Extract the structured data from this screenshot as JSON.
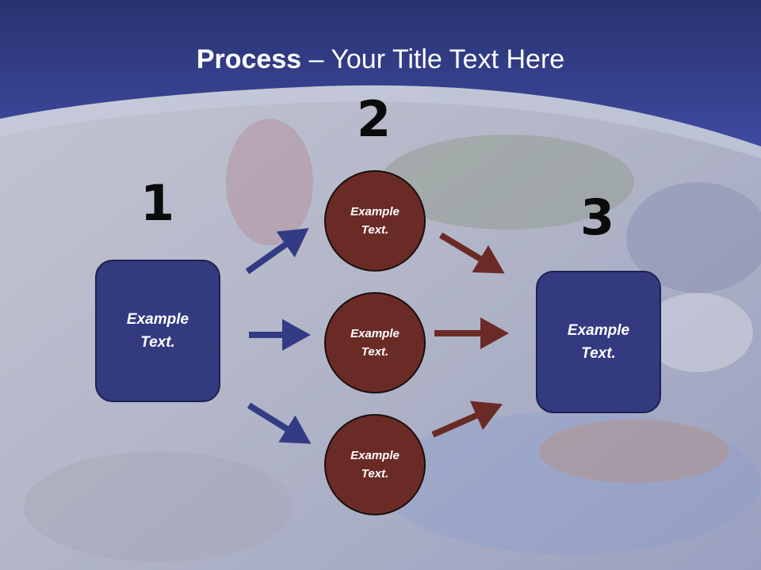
{
  "slide": {
    "title_bold": "Process",
    "title_rest": " – Your Title Text Here"
  },
  "steps": [
    {
      "number": "1",
      "box_text": "Example\nText."
    },
    {
      "number": "2",
      "items": [
        "Example\nText.",
        "Example\nText.",
        "Example\nText."
      ]
    },
    {
      "number": "3",
      "box_text": "Example\nText."
    }
  ],
  "colors": {
    "header_blue": "#2e3a85",
    "box_fill": "#333a80",
    "circle_fill": "#6a2b27",
    "blue_arrow": "#343b85",
    "red_arrow": "#6a2b27"
  }
}
